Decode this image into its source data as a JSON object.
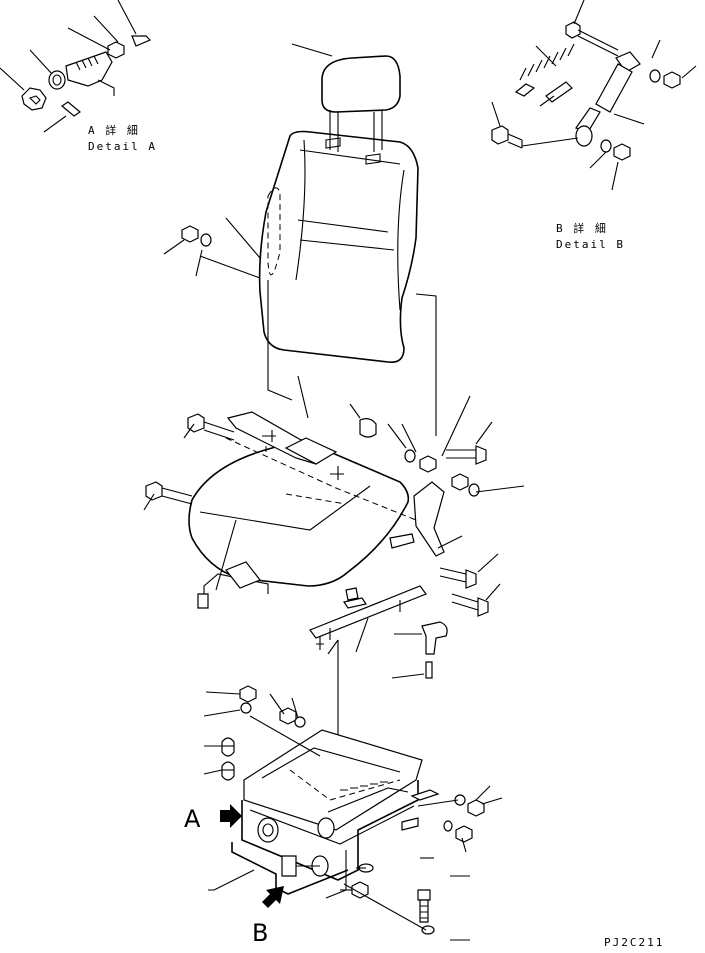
{
  "detail_a": {
    "caption_jp": "A 詳 細",
    "caption_en": "Detail A"
  },
  "detail_b": {
    "caption_jp": "B 詳 細",
    "caption_en": "Detail B"
  },
  "view_labels": {
    "a": "A",
    "b": "B"
  },
  "drawing_code": "PJ2C211"
}
